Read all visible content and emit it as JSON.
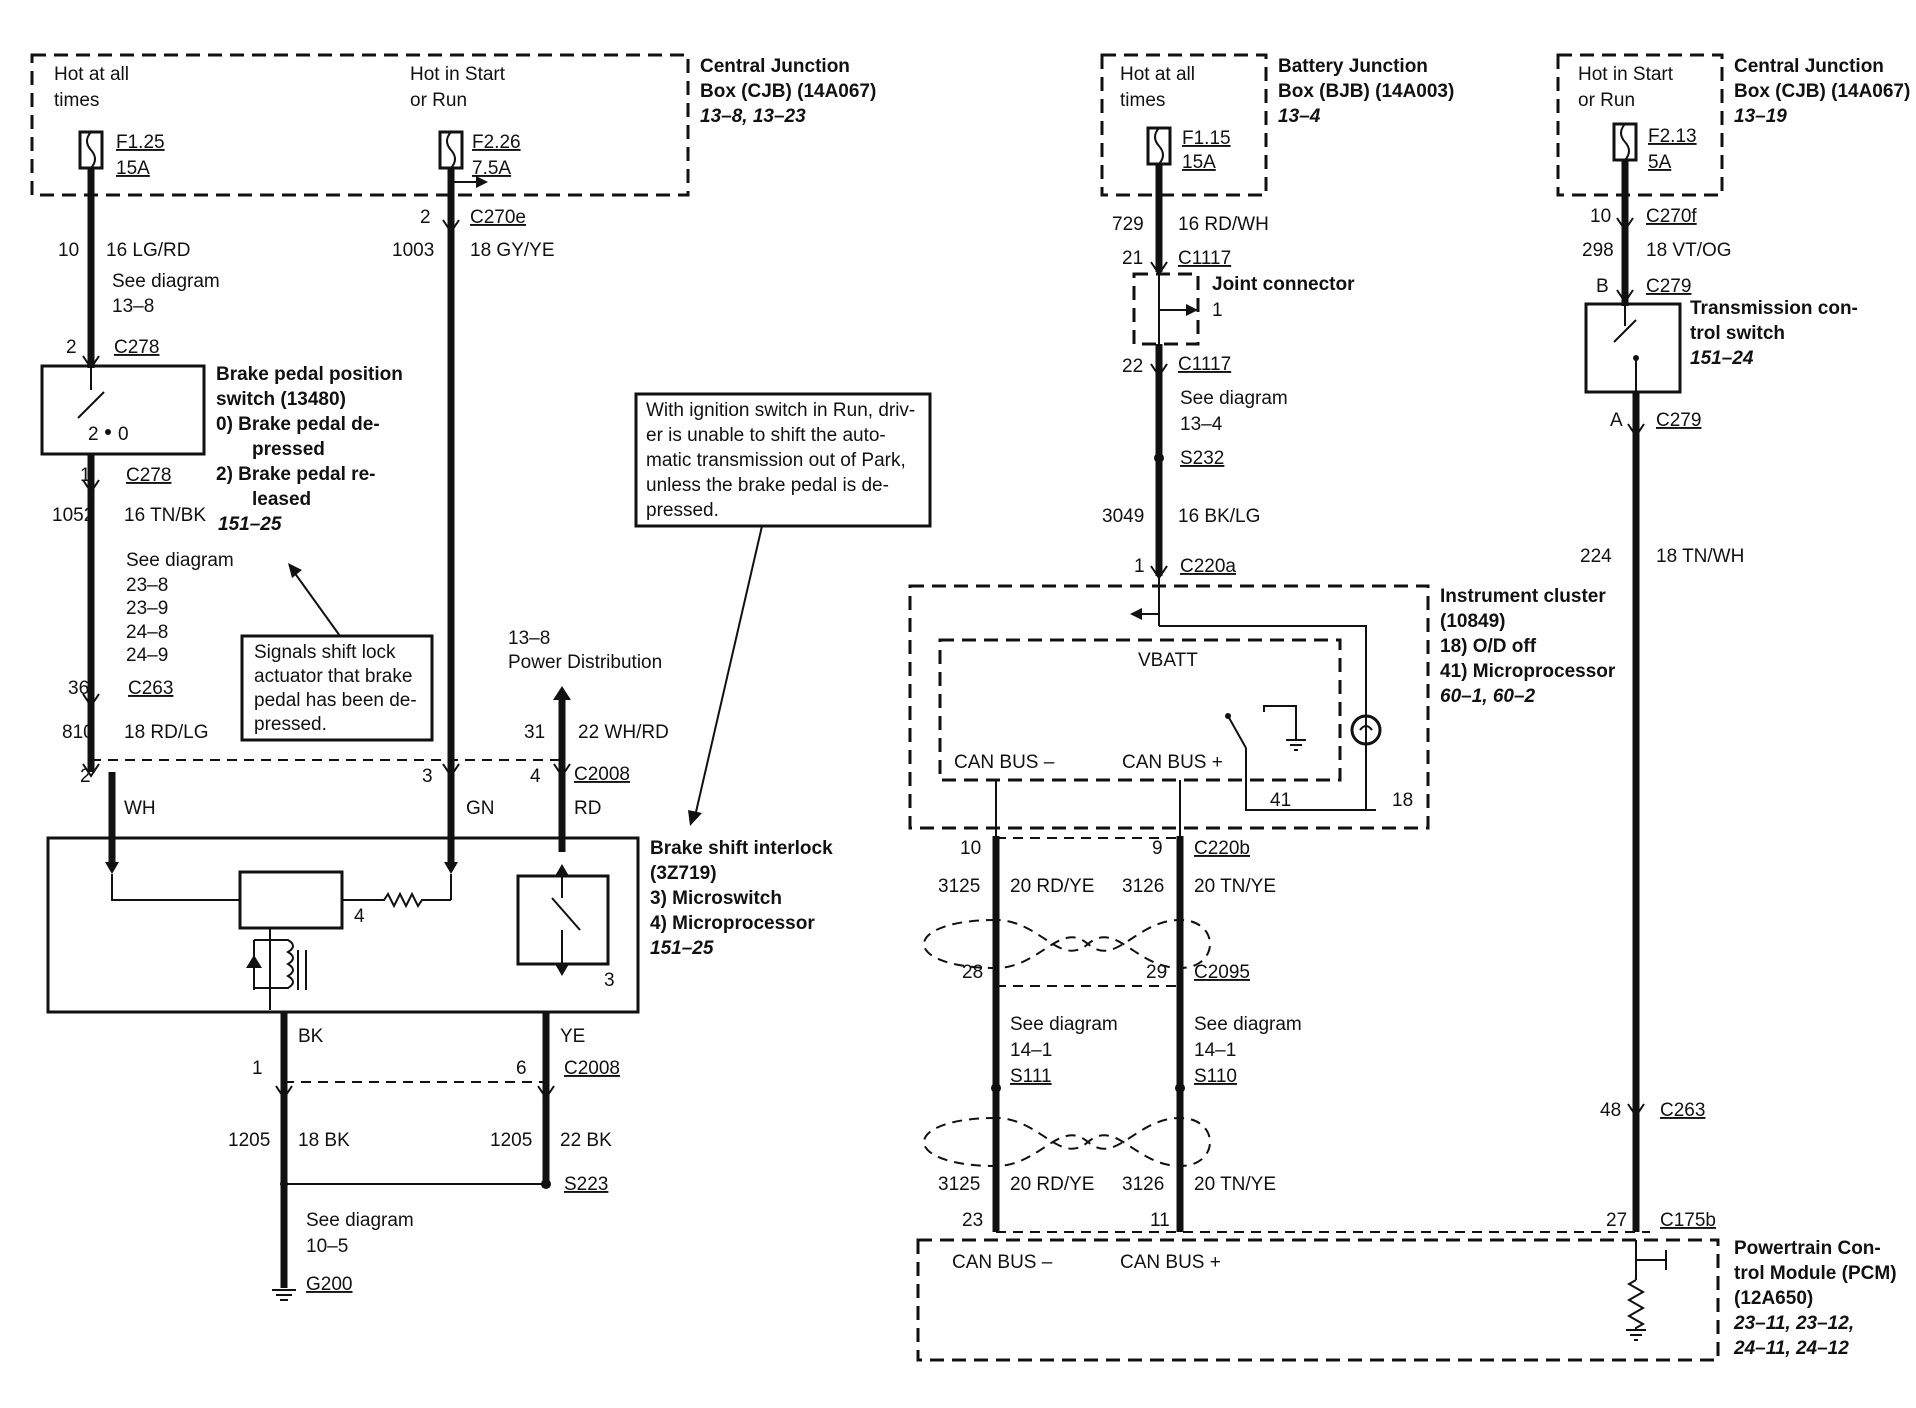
{
  "cjb_left": {
    "hot_all_1": "Hot at all",
    "hot_all_2": "times",
    "hot_start_1": "Hot in Start",
    "hot_start_2": "or Run",
    "fuse_a_id": "F1.25",
    "fuse_a_amp": "15A",
    "fuse_b_id": "F2.26",
    "fuse_b_amp": "7.5A",
    "title_1": "Central Junction",
    "title_2": "Box (CJB) (14A067)",
    "ref": "13–8, 13–23"
  },
  "left_wire": {
    "pin_10": "10",
    "wire_16lgrd": "16 LG/RD",
    "see_1": "See diagram",
    "see_1_ref": "13–8",
    "pin_2": "2",
    "c278_top": "C278",
    "pin_1": "1",
    "c278_bottom": "C278",
    "circ_1052": "1052",
    "wire_16tnbk": "16 TN/BK",
    "see_2": "See diagram",
    "see_2_r1": "23–8",
    "see_2_r2": "23–9",
    "see_2_r3": "24–8",
    "see_2_r4": "24–9",
    "pin_36": "36",
    "c263": "C263",
    "circ_810": "810",
    "wire_18rdlg": "18 RD/LG",
    "pin_2b": "2",
    "wh": "WH"
  },
  "brake_switch": {
    "pos_2": "2",
    "pos_0": "0",
    "title_1": "Brake pedal position",
    "title_2": "switch (13480)",
    "item_0a": "0)   Brake pedal de-",
    "item_0b": "pressed",
    "item_2a": "2)   Brake pedal re-",
    "item_2b": "leased",
    "ref": "151–25"
  },
  "callout_signals": {
    "l1": "Signals shift lock",
    "l2": "actuator that brake",
    "l3": "pedal has been de-",
    "l4": "pressed."
  },
  "callout_ignition": {
    "l1": "With ignition switch in Run, driv-",
    "l2": "er is unable to shift the auto-",
    "l3": "matic transmission out of Park,",
    "l4": "unless the brake pedal is de-",
    "l5": "pressed."
  },
  "mid_wire": {
    "pin_2": "2",
    "c270e": "C270e",
    "circ_1003": "1003",
    "wire_18gyye": "18 GY/YE",
    "pin_3": "3",
    "gn": "GN",
    "pd_1": "13–8",
    "pd_2": "Power Distribution",
    "circ_31": "31",
    "wire_22whrd": "22 WH/RD",
    "pin_4": "4",
    "c2008": "C2008",
    "rd": "RD"
  },
  "interlock": {
    "title_1": "Brake shift interlock",
    "title_2": "(3Z719)",
    "item_3": "3)   Microswitch",
    "item_4": "4)   Microprocessor",
    "ref": "151–25",
    "lbl_4": "4",
    "lbl_3": "3",
    "bk": "BK",
    "ye": "YE",
    "pin_1": "1",
    "pin_6": "6",
    "c2008": "C2008",
    "circ_1205a": "1205",
    "wire_18bk": "18 BK",
    "circ_1205b": "1205",
    "wire_22bk": "22 BK",
    "s223": "S223",
    "see": "See diagram",
    "see_ref": "10–5",
    "g200": "G200"
  },
  "bjb": {
    "hot_1": "Hot at all",
    "hot_2": "times",
    "fuse_id": "F1.15",
    "fuse_amp": "15A",
    "title_1": "Battery Junction",
    "title_2": "Box (BJB) (14A003)",
    "ref": "13–4",
    "circ_729": "729",
    "wire_16rdwh": "16 RD/WH",
    "pin_21": "21",
    "c1117a": "C1117",
    "joint": "Joint connector",
    "joint_pin": "1",
    "pin_22": "22",
    "c1117b": "C1117",
    "see": "See diagram",
    "see_ref": "13–4",
    "s232": "S232",
    "circ_3049": "3049",
    "wire_16bklg": "16 BK/LG",
    "pin_1": "1",
    "c220a": "C220a"
  },
  "cluster": {
    "title_1": "Instrument cluster",
    "title_2": "(10849)",
    "item_18": "18) O/D off",
    "item_41": "41) Microprocessor",
    "ref": "60–1, 60–2",
    "vbatt": "VBATT",
    "can_minus": "CAN BUS –",
    "can_plus": "CAN BUS +",
    "lbl_41": "41",
    "lbl_18": "18"
  },
  "can": {
    "pin_10": "10",
    "pin_9": "9",
    "c220b": "C220b",
    "circ_3125a": "3125",
    "wire_rdye_a": "20 RD/YE",
    "circ_3126a": "3126",
    "wire_tnye_a": "20 TN/YE",
    "pin_28": "28",
    "pin_29": "29",
    "c2095": "C2095",
    "see_a": "See diagram",
    "see_a_ref": "14–1",
    "s111": "S111",
    "see_b": "See diagram",
    "see_b_ref": "14–1",
    "s110": "S110",
    "circ_3125b": "3125",
    "wire_rdye_b": "20 RD/YE",
    "circ_3126b": "3126",
    "wire_tnye_b": "20 TN/YE",
    "pin_23": "23",
    "pin_11": "11"
  },
  "cjb_right": {
    "hot_1": "Hot in Start",
    "hot_2": "or Run",
    "fuse_id": "F2.13",
    "fuse_amp": "5A",
    "title_1": "Central Junction",
    "title_2": "Box (CJB) (14A067)",
    "ref": "13–19",
    "pin_10": "10",
    "c270f": "C270f",
    "circ_298": "298",
    "wire_18vtog": "18 VT/OG",
    "pin_b": "B",
    "c279a": "C279",
    "tcs_1": "Transmission con-",
    "tcs_2": "trol switch",
    "tcs_ref": "151–24",
    "pin_a": "A",
    "c279b": "C279",
    "circ_224": "224",
    "wire_18tnwh": "18 TN/WH",
    "pin_48": "48",
    "c263": "C263",
    "pin_27": "27",
    "c175b": "C175b"
  },
  "pcm": {
    "can_minus": "CAN BUS –",
    "can_plus": "CAN BUS +",
    "title_1": "Powertrain Con-",
    "title_2": "trol Module (PCM)",
    "title_3": "(12A650)",
    "ref_1": "23–11, 23–12,",
    "ref_2": "24–11, 24–12"
  }
}
